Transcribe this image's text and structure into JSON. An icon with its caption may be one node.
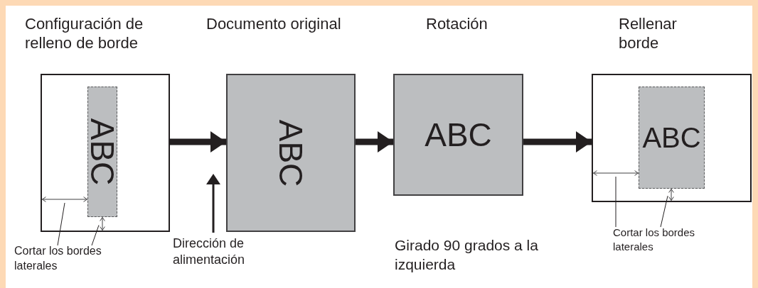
{
  "diagram": {
    "nodes": [
      {
        "text": [
          "Configuración de relleno de borde"
        ]
      },
      {
        "text": [
          "ABC"
        ],
        "in": 0
      },
      {
        "text": [],
        "shape": "line",
        "in": 0
      },
      {
        "text": [],
        "shape": "line",
        "in": 0
      },
      {
        "text": [
          "Cortar los bordes laterales"
        ]
      },
      {
        "text": [
          "Documento original",
          "ABC"
        ]
      },
      {
        "text": [
          "Rotación",
          "ABC"
        ],
        "beside": [
          "Girado 90 grados a la izquierda"
        ]
      },
      {
        "text": [
          "Rellenar borde"
        ]
      },
      {
        "text": [
          "ABC"
        ],
        "in": 7
      },
      {
        "text": [],
        "shape": "line",
        "in": 7
      },
      {
        "text": [],
        "shape": "line",
        "in": 7
      },
      {
        "text": [
          "Cortar los bordes laterales"
        ]
      }
    ],
    "edges": [
      {
        "from": 0,
        "to": 5,
        "arrow": "to",
        "style": "thick"
      },
      {
        "from": 5,
        "to": 6,
        "arrow": "to",
        "style": "thick"
      },
      {
        "from": 6,
        "to": 7,
        "arrow": "to",
        "style": "thick"
      },
      {
        "from": 4,
        "to": 2,
        "arrow": "none"
      },
      {
        "from": 4,
        "to": 3,
        "arrow": "none"
      },
      {
        "from": 11,
        "to": 9,
        "arrow": "none"
      },
      {
        "from": 11,
        "to": 10,
        "arrow": "none"
      }
    ],
    "labels": [
      "Dirección de alimentación"
    ]
  }
}
